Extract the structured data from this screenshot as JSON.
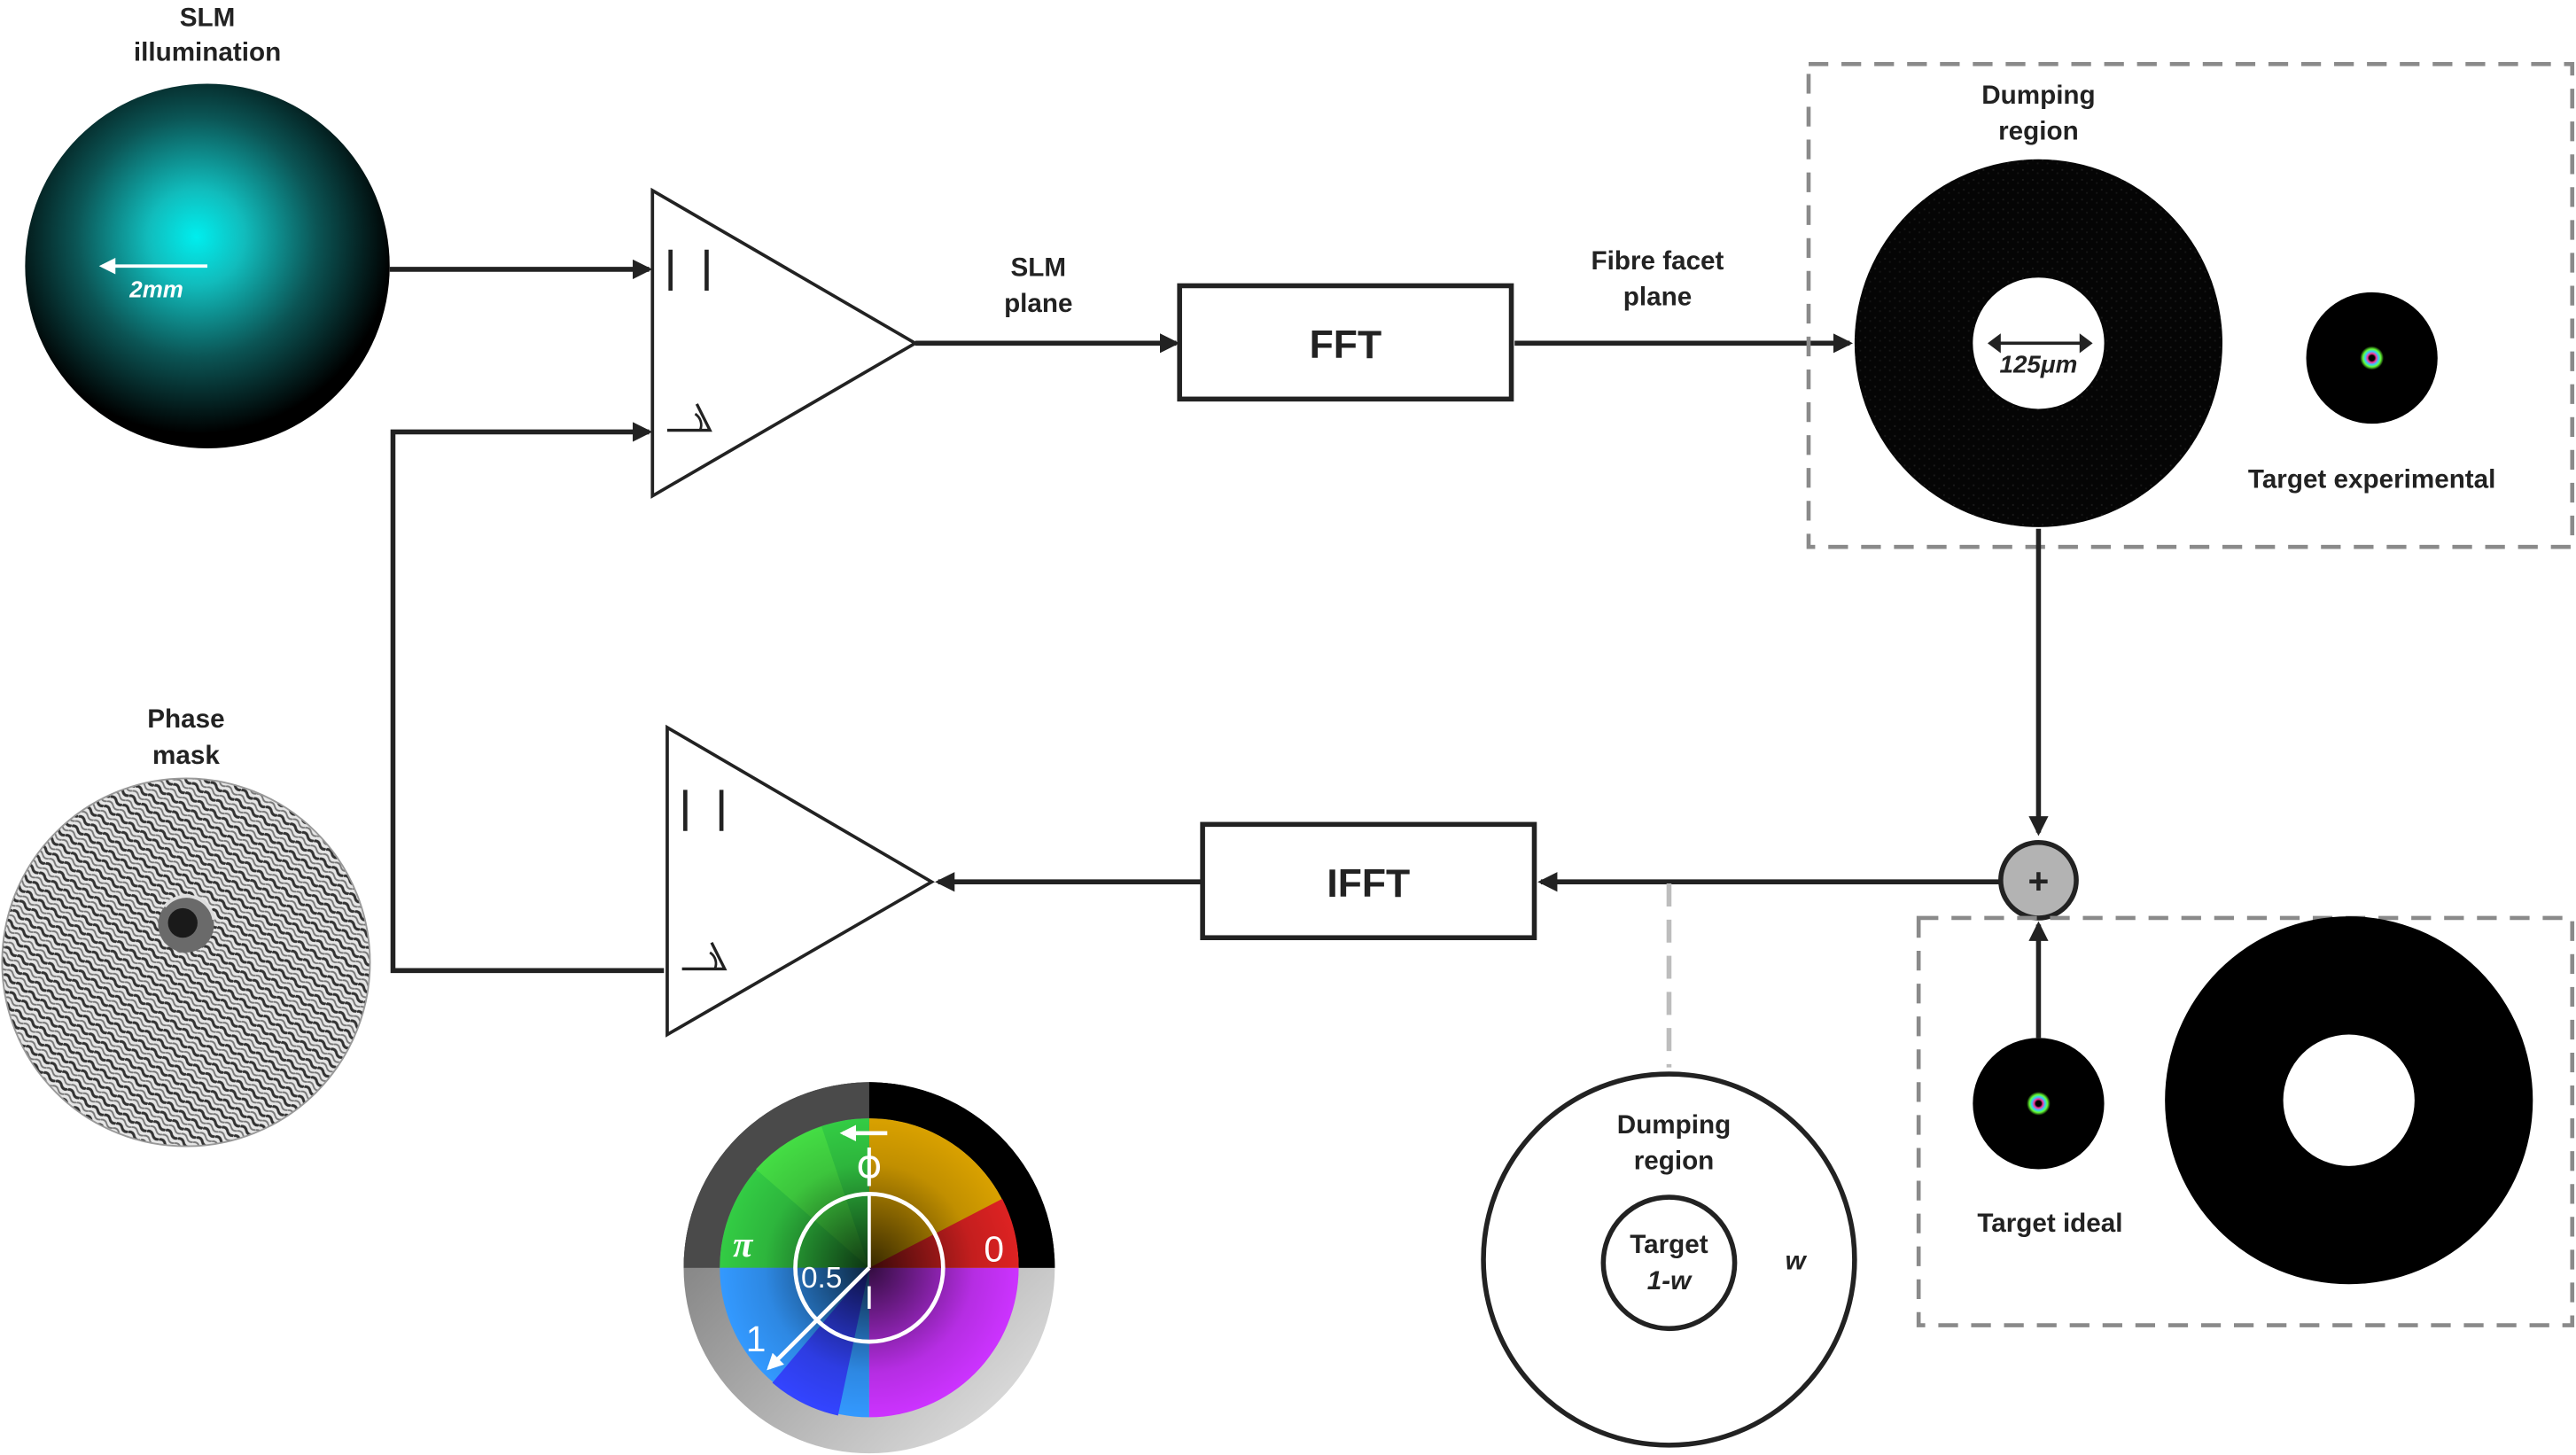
{
  "slm_illumination": {
    "title_line1": "SLM",
    "title_line2": "illumination",
    "scale": "2mm"
  },
  "phase_mask": {
    "title_line1": "Phase",
    "title_line2": "mask"
  },
  "slm_plane": {
    "line1": "SLM",
    "line2": "plane"
  },
  "fibre_facet_plane": {
    "line1": "Fibre facet",
    "line2": "plane"
  },
  "fft": {
    "label": "FFT"
  },
  "ifft": {
    "label": "IFFT"
  },
  "sum_node": {
    "symbol": "+"
  },
  "amplifier_symbols": {
    "abs": "| |",
    "angle": "∠"
  },
  "dumping_region_top": {
    "line1": "Dumping",
    "line2": "region",
    "core_scale": "125μm"
  },
  "target_experimental": {
    "label": "Target experimental"
  },
  "target_ideal": {
    "label": "Target ideal"
  },
  "weights": {
    "dumping_line1": "Dumping",
    "dumping_line2": "region",
    "target_line1": "Target",
    "target_weight": "1-w",
    "outer_weight": "w"
  },
  "color_wheel": {
    "phase_symbol": "ϕ",
    "pi": "π",
    "zero": "0",
    "half": "0.5",
    "one": "1",
    "amplitude_symbol": "I"
  },
  "colors": {
    "line": "#222222",
    "beam": "#00e5e5",
    "dashed_box": "#8a8a8a",
    "sum_fill": "#b3b3b3"
  }
}
